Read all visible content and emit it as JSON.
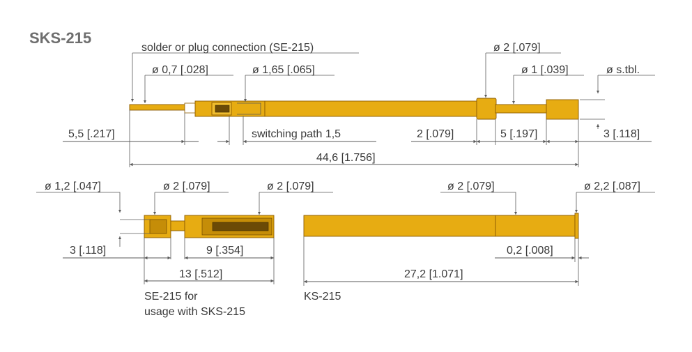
{
  "title": "SKS-215",
  "labels": {
    "solder_plug": "solder or plug connection (SE-215)",
    "d07": "ø 0,7 [.028]",
    "d165": "ø 1,65 [.065]",
    "d2_top": "ø 2 [.079]",
    "d1": "ø 1 [.039]",
    "dstbl": "ø s.tbl.",
    "l55": "5,5 [.217]",
    "switching": "switching path 1,5",
    "l2": "2 [.079]",
    "l5": "5 [.197]",
    "l3_top": "3 [.118]",
    "l446": "44,6 [1.756]",
    "d12": "ø 1,2 [.047]",
    "d2_se_a": "ø 2 [.079]",
    "d2_se_b": "ø 2 [.079]",
    "l3_se": "3 [.118]",
    "l9": "9 [.354]",
    "l13": "13 [.512]",
    "se_caption_1": "SE-215 for",
    "se_caption_2": "usage with SKS-215",
    "d2_ks": "ø 2 [.079]",
    "d22": "ø 2,2 [.087]",
    "l02": "0,2 [.008]",
    "l272": "27,2 [1.071]",
    "ks_caption": "KS-215"
  },
  "colors": {
    "brass": "#e7ac12",
    "outline": "#8a5a00",
    "dimension_line": "#5a5a5a",
    "title": "#6e6e6e",
    "text": "#3a3a3a"
  }
}
